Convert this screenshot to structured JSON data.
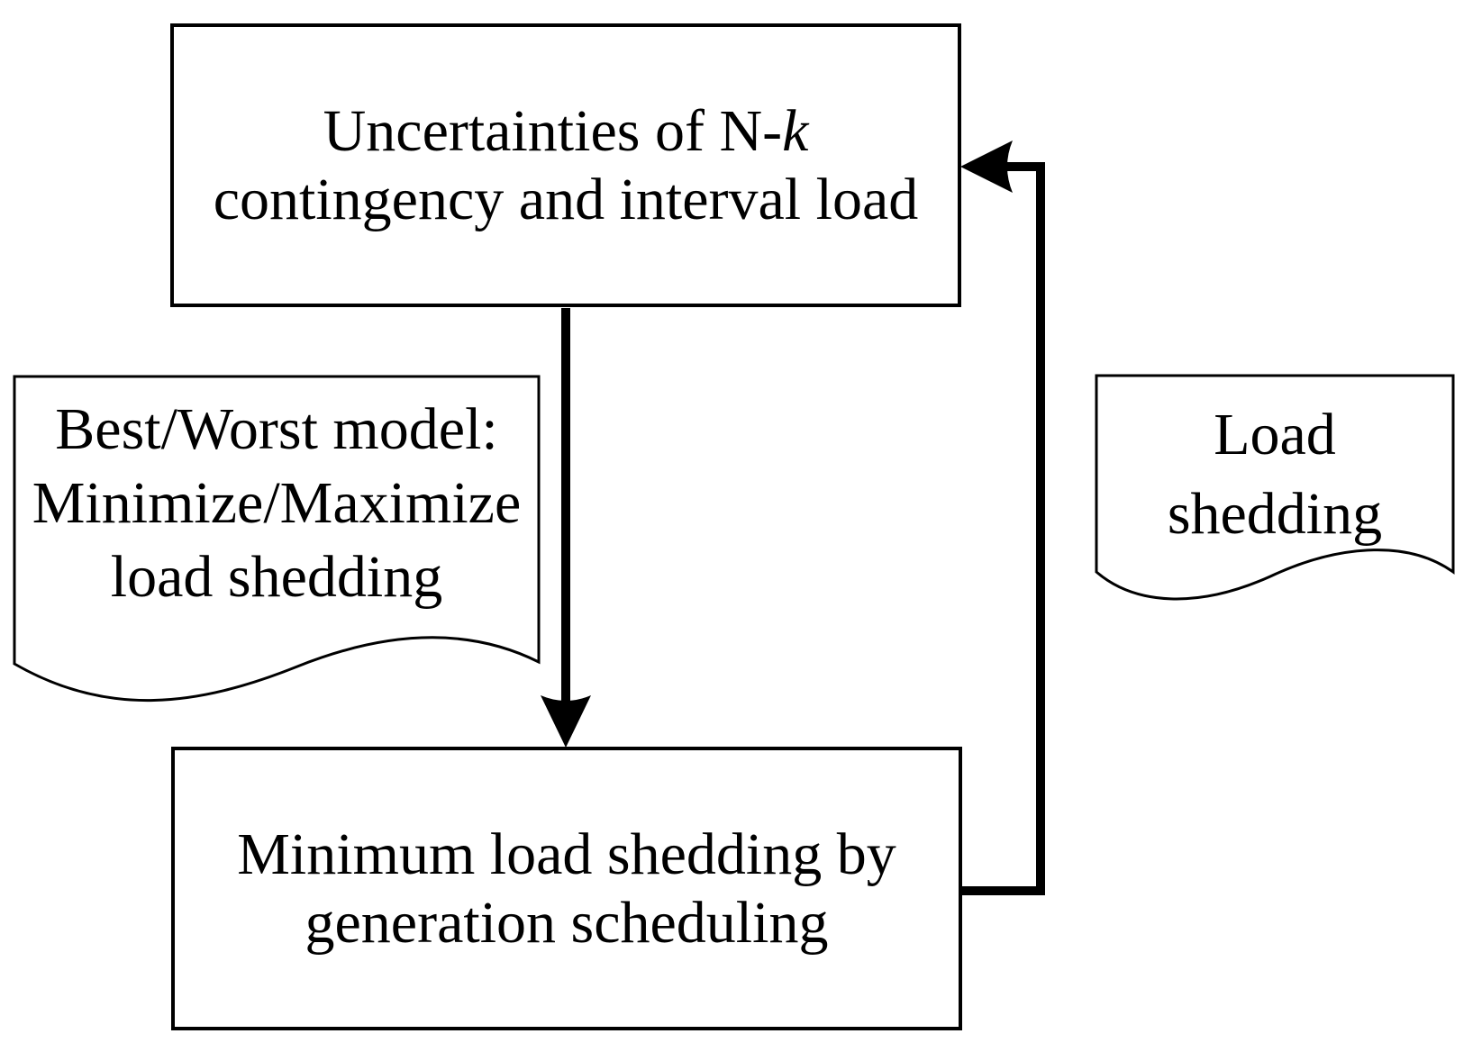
{
  "figure": {
    "background_color": "#ffffff",
    "stroke_color": "#000000",
    "nodes": {
      "top_box": {
        "line1_prefix": "Uncertainties of N-",
        "line1_italic": "k",
        "line2": "contingency and interval load"
      },
      "left_document": {
        "line1": "Best/Worst model:",
        "line2": "Minimize/Maximize",
        "line3": "load shedding"
      },
      "bottom_box": {
        "line1": "Minimum load shedding by",
        "line2": "generation scheduling"
      },
      "right_document": {
        "line1": "Load",
        "line2": "shedding"
      }
    },
    "connections": {
      "down_arrow": "top box to bottom box",
      "feedback_arrow": "bottom box right side up to top box right side"
    }
  }
}
